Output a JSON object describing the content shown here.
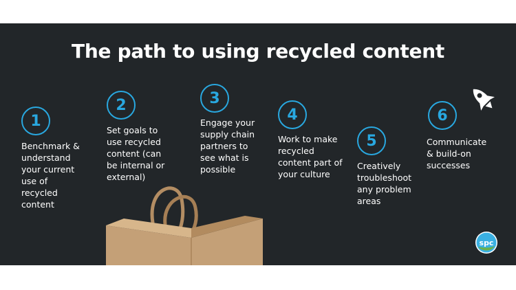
{
  "title": "The path to using recycled content",
  "steps": [
    {
      "number": "1",
      "text": "Benchmark &\nunderstand\nyour current\nuse of\nrecycled\ncontent"
    },
    {
      "number": "2",
      "text": "Set goals  to\nuse recycled\ncontent (can\nbe internal or\nexternal)"
    },
    {
      "number": "3",
      "text": "Engage your\nsupply chain\npartners to\nsee what is\npossible"
    },
    {
      "number": "4",
      "text": "Work to make\nrecycled\ncontent part of\nyour culture"
    },
    {
      "number": "5",
      "text": "Creatively\ntroubleshoot\nany problem\nareas"
    },
    {
      "number": "6",
      "text": "Communicate\n& build-on\nsuccesses"
    }
  ],
  "logo_text": "spc",
  "icons": [
    "rocket-icon",
    "paper-bag-image",
    "spc-logo"
  ],
  "colors": {
    "background": "#222629",
    "accent": "#29a8e0",
    "text": "#ffffff",
    "bag": "#c8a57c"
  }
}
